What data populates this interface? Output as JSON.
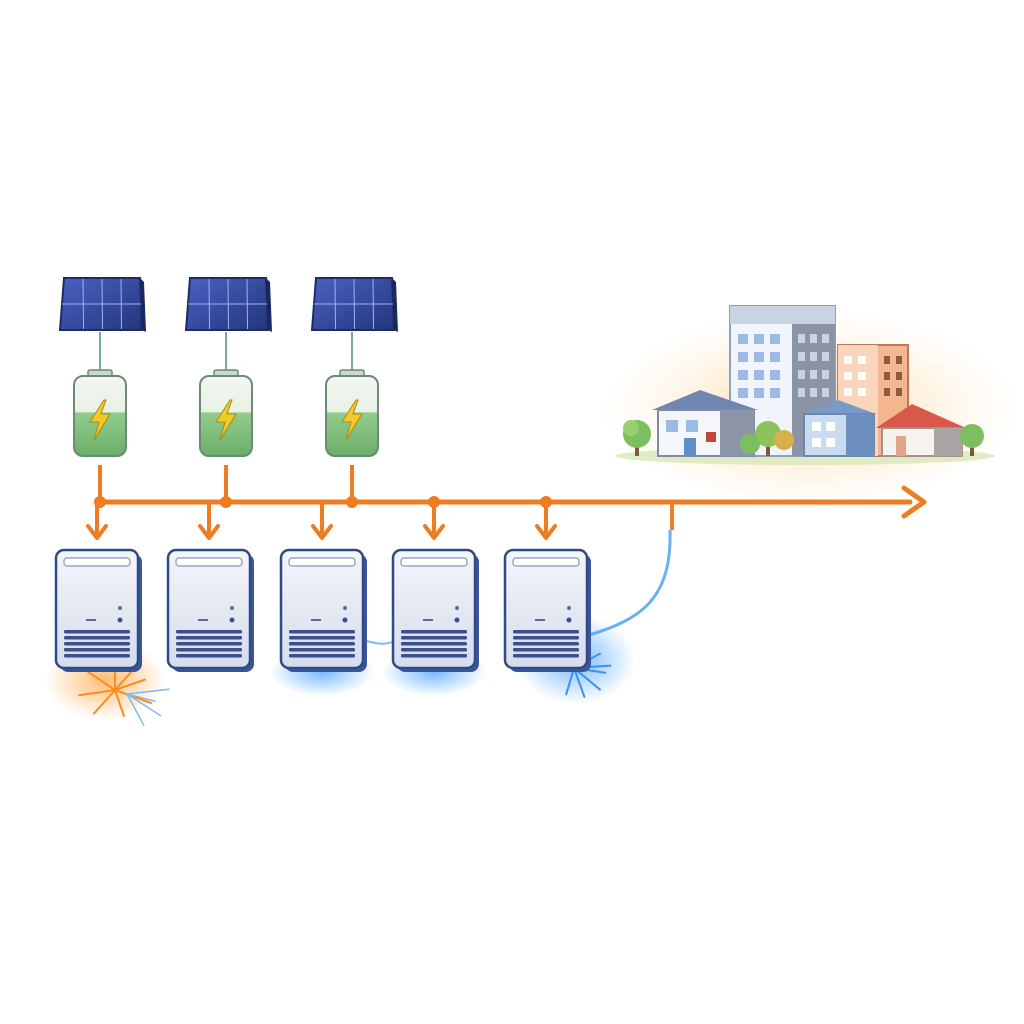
{
  "diagram": {
    "solar_sources": [
      {
        "panel_icon": "solar-panel-icon",
        "battery_icon": "battery-charging-icon"
      },
      {
        "panel_icon": "solar-panel-icon",
        "battery_icon": "battery-charging-icon"
      },
      {
        "panel_icon": "solar-panel-icon",
        "battery_icon": "battery-charging-icon"
      }
    ],
    "inverters": [
      {
        "icon": "inverter-unit-icon",
        "effect": "orange-spark"
      },
      {
        "icon": "inverter-unit-icon",
        "effect": "none"
      },
      {
        "icon": "inverter-unit-icon",
        "effect": "blue-glow"
      },
      {
        "icon": "inverter-unit-icon",
        "effect": "blue-glow"
      },
      {
        "icon": "inverter-unit-icon",
        "effect": "blue-spark"
      }
    ],
    "destination": {
      "icon": "city-buildings-icon"
    },
    "colors": {
      "bus_line": "#f07c22",
      "panel_blue": "#2c3f8f",
      "battery_green": "#7cbf7a",
      "bolt_yellow": "#f3c928",
      "inverter_body": "#e4e8f3",
      "inverter_edge": "#2f4a8a",
      "glow_orange": "#ffb25a",
      "glow_blue": "#4aa3ff"
    }
  }
}
